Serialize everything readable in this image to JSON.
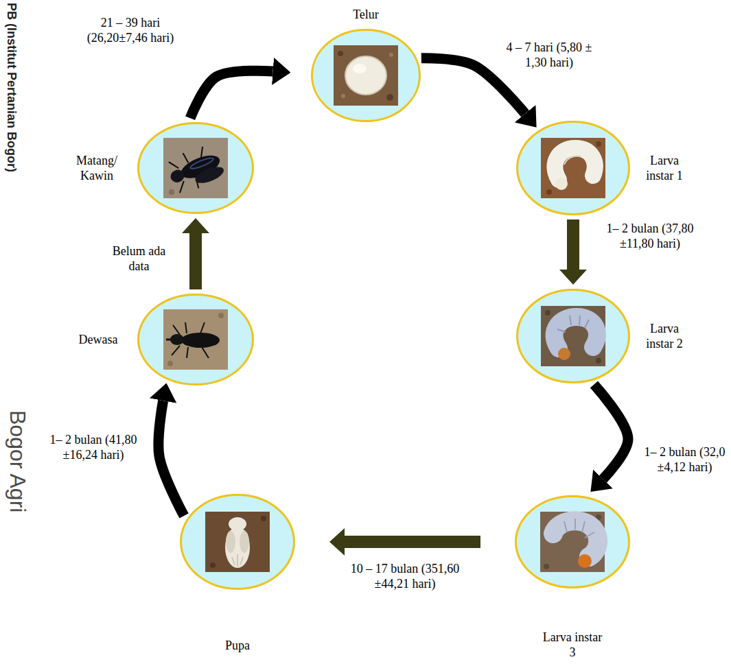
{
  "diagram": {
    "nodes": [
      {
        "text": [
          "Telur"
        ]
      },
      {
        "text": [
          "Larva instar 1"
        ]
      },
      {
        "text": [
          "Larva instar 2"
        ]
      },
      {
        "text": [
          "Larva instar 3"
        ]
      },
      {
        "text": [
          "Pupa"
        ]
      },
      {
        "text": [
          "Dewasa"
        ]
      },
      {
        "text": [
          "Matang/ Kawin"
        ]
      }
    ],
    "edges": [
      {
        "from": 0,
        "to": 1,
        "arrow": "to",
        "label": "4 – 7 hari (5,80 ± 1,30 hari)"
      },
      {
        "from": 1,
        "to": 2,
        "arrow": "to",
        "label": "1– 2 bulan (37,80 ±11,80 hari)"
      },
      {
        "from": 2,
        "to": 3,
        "arrow": "to",
        "label": "1– 2 bulan (32,0 ±4,12 hari)"
      },
      {
        "from": 3,
        "to": 4,
        "arrow": "to",
        "label": "10 – 17 bulan (351,60 ±44,21 hari)"
      },
      {
        "from": 4,
        "to": 5,
        "arrow": "to",
        "label": "1– 2 bulan (41,80 ±16,24 hari)"
      },
      {
        "from": 5,
        "to": 6,
        "arrow": "to",
        "label": "Belum ada data"
      },
      {
        "from": 6,
        "to": 0,
        "arrow": "to",
        "label": "21 – 39 hari (26,20±7,46 hari)"
      }
    ],
    "labels": [
      "PB (Institut Pertanian Bogor)",
      "Bogor Agri"
    ]
  }
}
